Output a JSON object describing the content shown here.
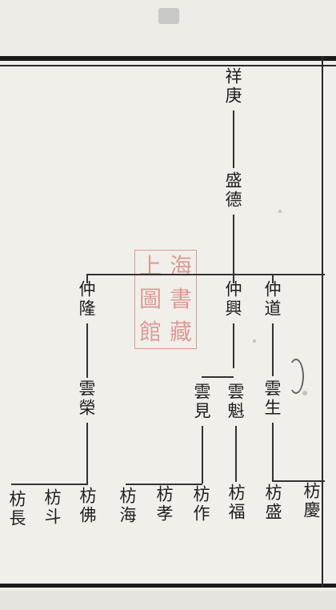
{
  "page": {
    "colors": {
      "paper": "#f1efe9",
      "ink": "#1d1d1d",
      "frame": "#1b1b1b",
      "seal": "#c65656"
    },
    "seal_text": "上海圖書館藏"
  },
  "tree": {
    "gen1": {
      "xiang_geng": "祥庚"
    },
    "gen2": {
      "sheng_de": "盛德"
    },
    "gen3": {
      "zhong_long": "仲隆",
      "zhong_xing": "仲興",
      "zhong_dao": "仲道"
    },
    "gen4": {
      "yun_rong": "雲榮",
      "yun_jian": "雲見",
      "yun_kui": "雲魁",
      "yun_sheng": "雲生"
    },
    "gen5": {
      "fang_zhang": "枋長",
      "fang_dou": "枋斗",
      "fang_fo": "枋佛",
      "fang_hai": "枋海",
      "fang_xiao": "枋孝",
      "fang_zuo": "枋作",
      "fang_fu": "枋福",
      "fang_sheng": "枋盛",
      "fang_qing": "枋慶"
    }
  }
}
